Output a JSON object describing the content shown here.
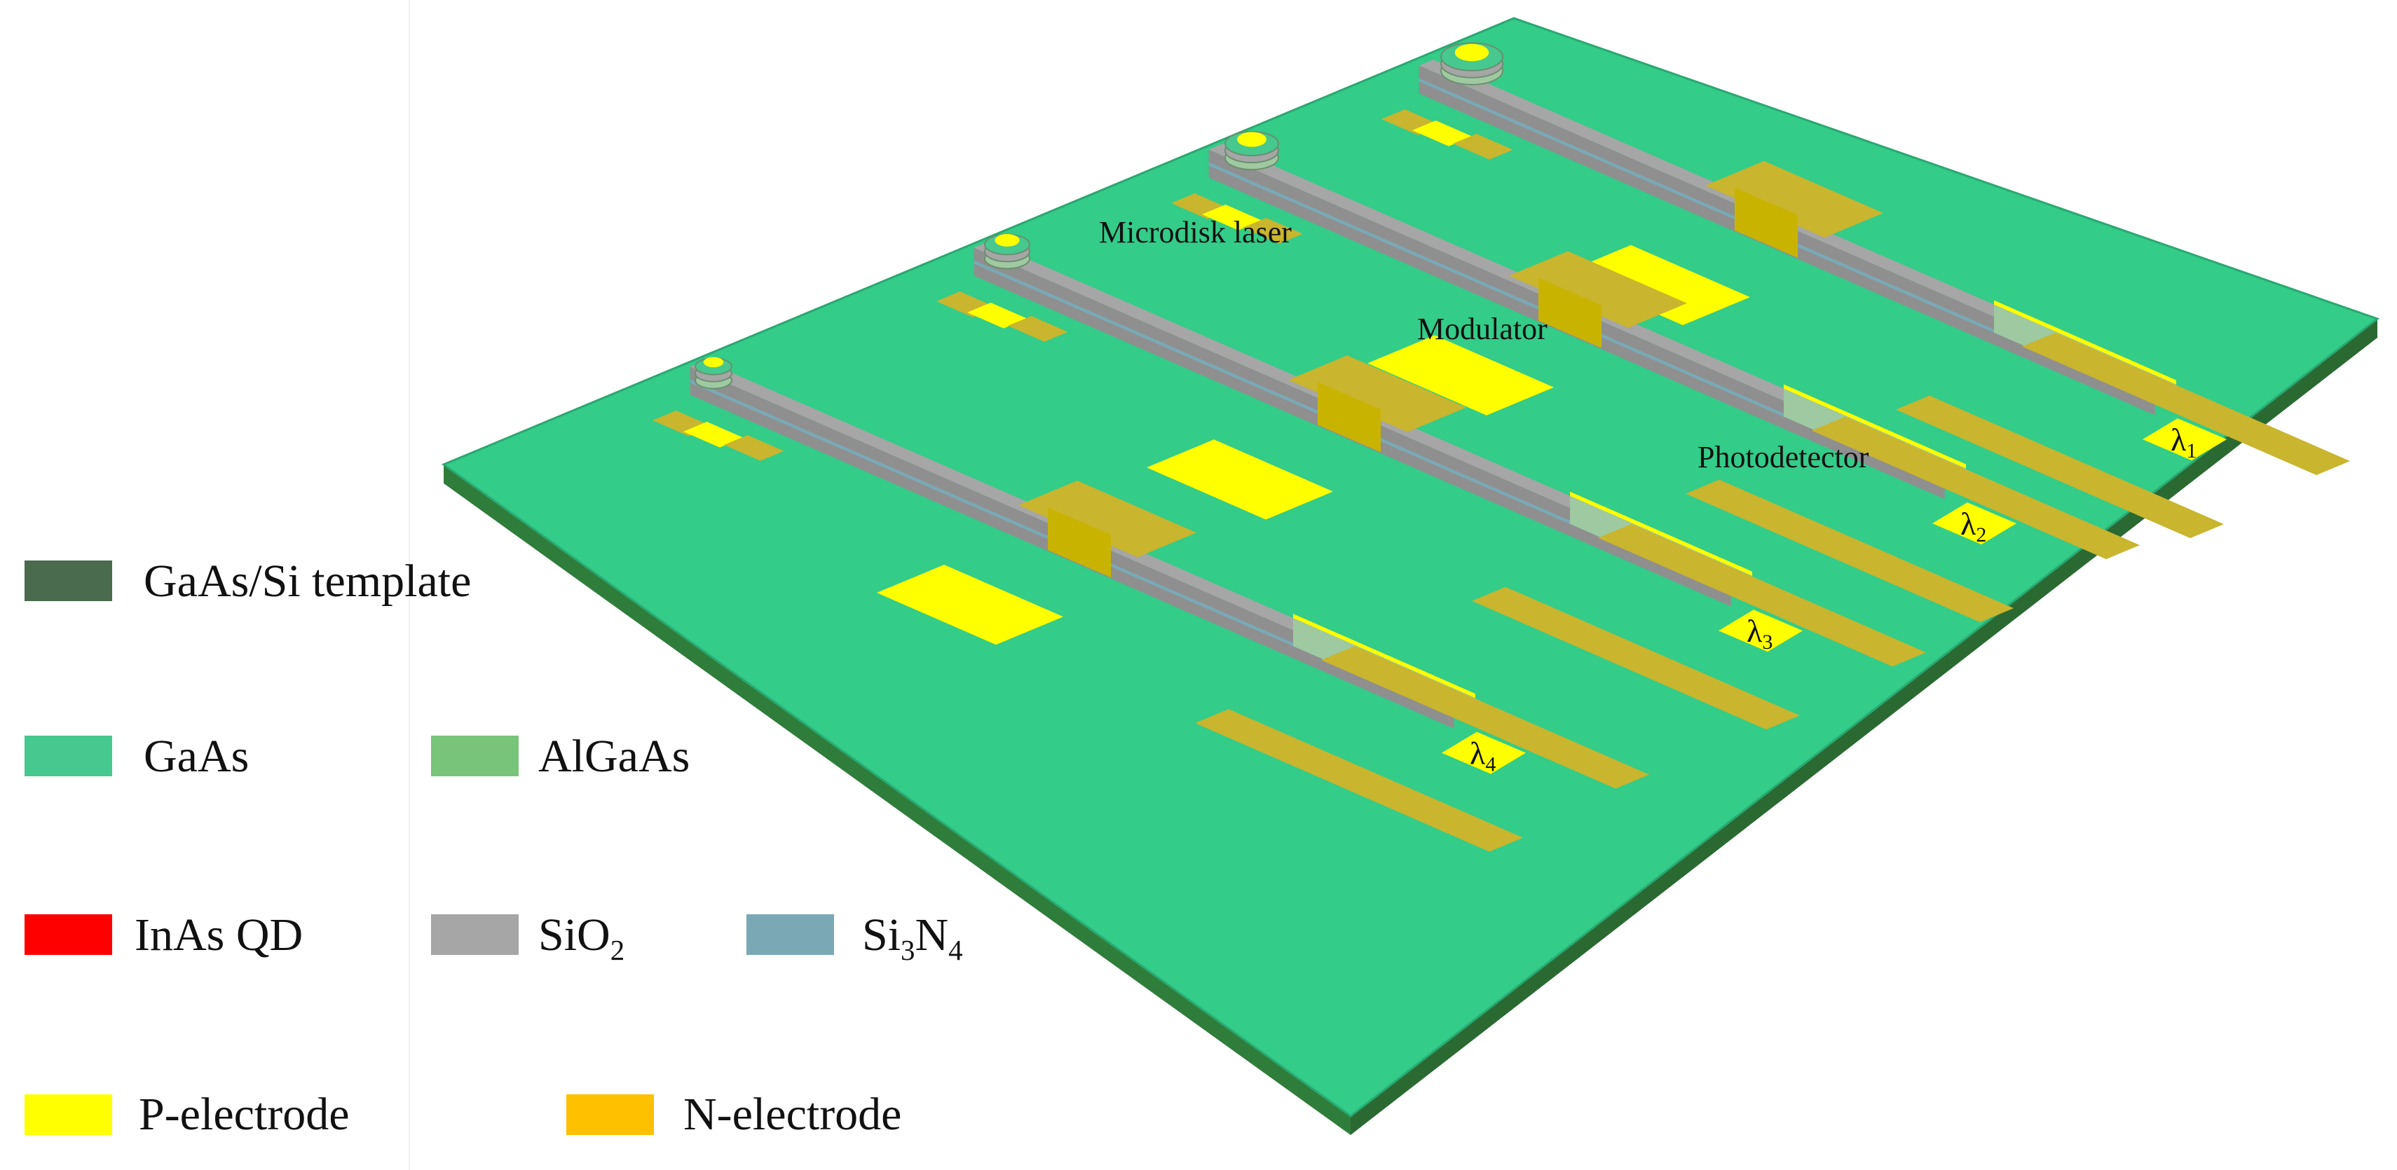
{
  "legend": {
    "items": [
      {
        "key": "gaas_si_template",
        "label": "GaAs/Si template",
        "color": "#4a6b4d"
      },
      {
        "key": "gaas",
        "label": "GaAs",
        "color": "#46c88e"
      },
      {
        "key": "algaas",
        "label": "AlGaAs",
        "color": "#77c47a"
      },
      {
        "key": "inas_qd",
        "label": "InAs QD",
        "color": "#ff0000"
      },
      {
        "key": "sio2",
        "label": "SiO",
        "sub": "2",
        "color": "#a6a6a6"
      },
      {
        "key": "si3n4",
        "label_parts": [
          "Si",
          "3",
          "N",
          "4"
        ],
        "color": "#7aa9b5"
      },
      {
        "key": "p_electrode",
        "label": "P-electrode",
        "color": "#ffff00"
      },
      {
        "key": "n_electrode",
        "label": "N-electrode",
        "color": "#ffc000"
      }
    ]
  },
  "annotations": {
    "microdisk": "Microdisk laser",
    "modulator": "Modulator",
    "photodetector": "Photodetector"
  },
  "channels": [
    {
      "symbol": "λ",
      "index": "1"
    },
    {
      "symbol": "λ",
      "index": "2"
    },
    {
      "symbol": "λ",
      "index": "3"
    },
    {
      "symbol": "λ",
      "index": "4"
    }
  ],
  "colors": {
    "board_top": "#33cc88",
    "board_side": "#2f7d3a",
    "board_edge": "#2a9e66",
    "waveguide_top": "#a6a6a6",
    "waveguide_side": "#8f8f8f",
    "waveguide_stripe": "#7aa9b5",
    "p_electrode": "#ffff00",
    "n_electrode": "#c9b52e",
    "modulator_block": "#c8b400",
    "detector_body": "#9fc9a0"
  }
}
